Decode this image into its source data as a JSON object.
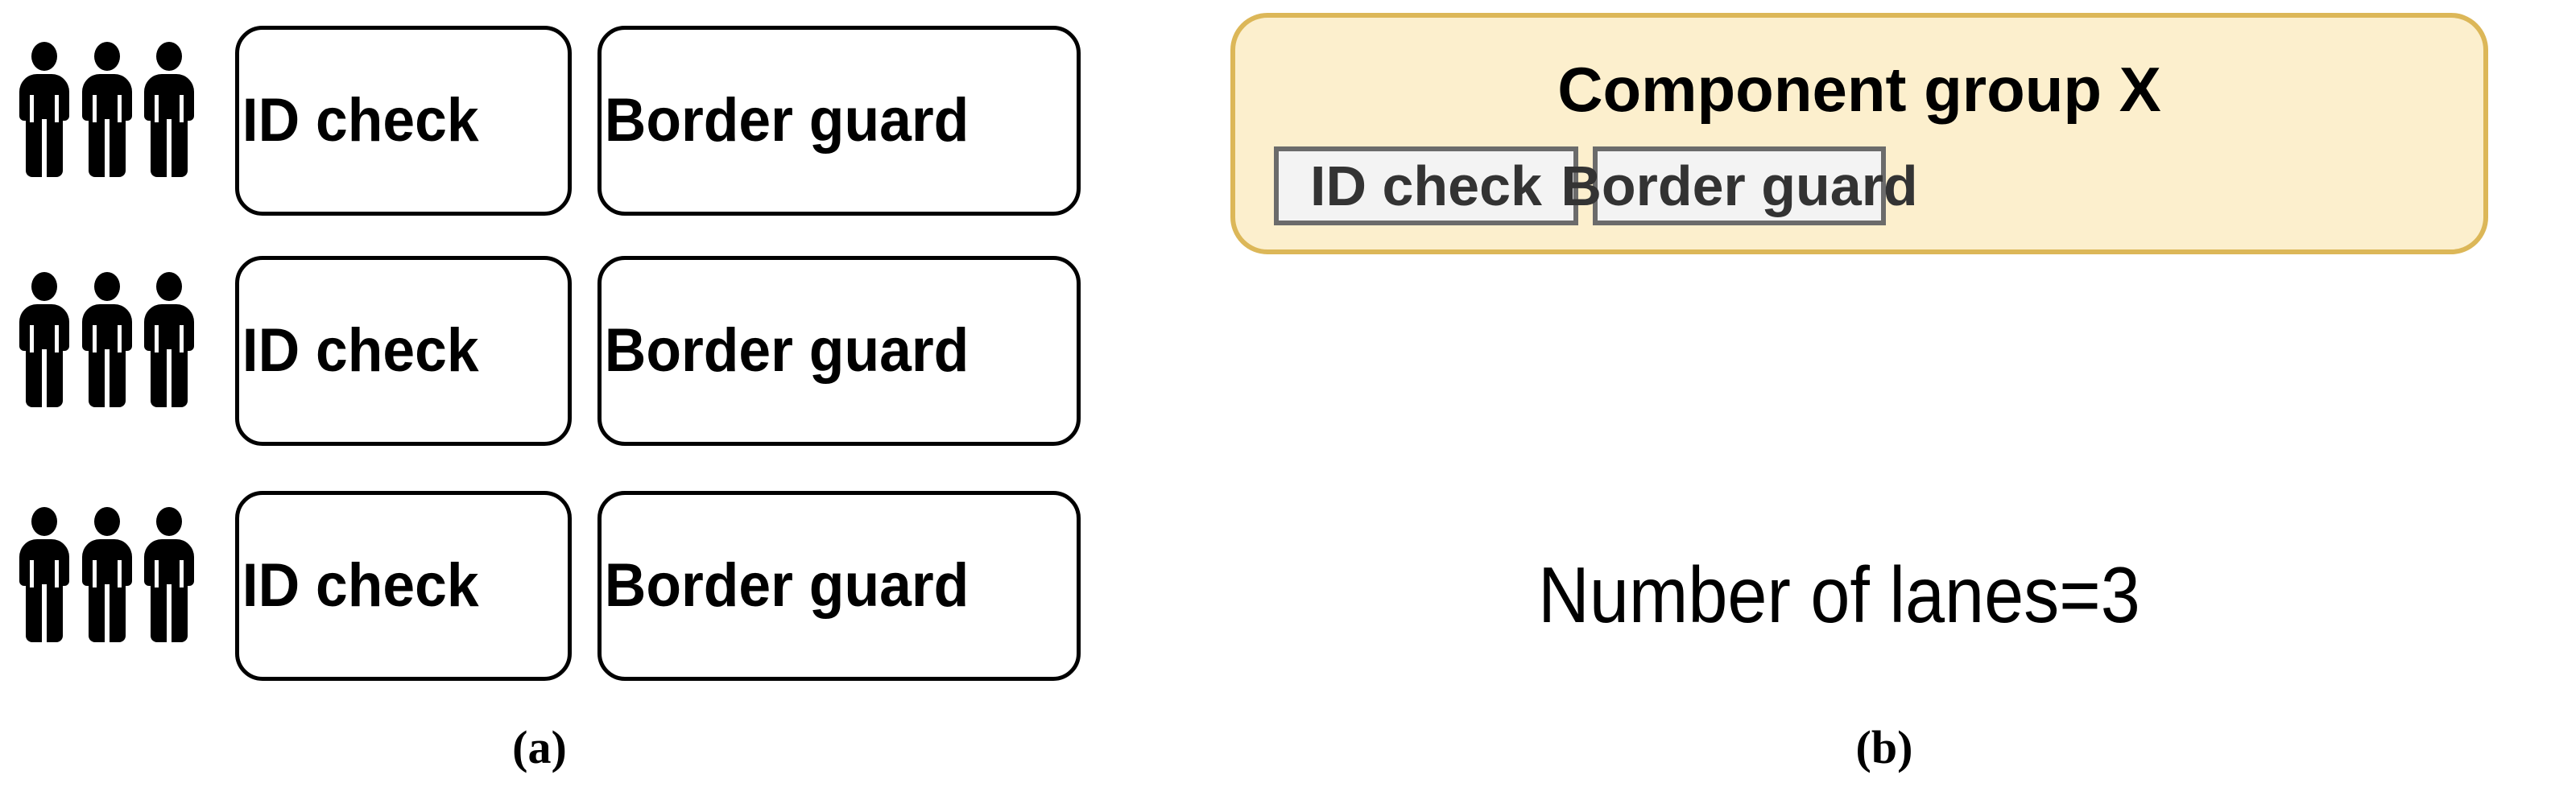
{
  "figure": {
    "background_color": "#FFFFFF",
    "panels": [
      {
        "id": "a",
        "caption": "(a)",
        "lanes": [
          {
            "queue_icon": "person-icon",
            "queue_count": 3,
            "boxes": [
              {
                "label": "ID check"
              },
              {
                "label": "Border guard"
              }
            ]
          },
          {
            "queue_icon": "person-icon",
            "queue_count": 3,
            "boxes": [
              {
                "label": "ID check"
              },
              {
                "label": "Border guard"
              }
            ]
          },
          {
            "queue_icon": "person-icon",
            "queue_count": 3,
            "boxes": [
              {
                "label": "ID check"
              },
              {
                "label": "Border guard"
              }
            ]
          }
        ],
        "box_border_color": "#000000",
        "box_fill_color": "#FFFFFF",
        "icon_color": "#000000"
      },
      {
        "id": "b",
        "caption": "(b)",
        "group": {
          "title": "Component group X",
          "fill_color": "#FCEFCD",
          "border_color": "#DCB758",
          "components": [
            {
              "label": "ID check"
            },
            {
              "label": "Border guard"
            }
          ],
          "component_fill_color": "#F3F3F3",
          "component_border_color": "#6B6B6B",
          "component_text_color": "#333333"
        },
        "note": "Number of lanes=3"
      }
    ]
  }
}
